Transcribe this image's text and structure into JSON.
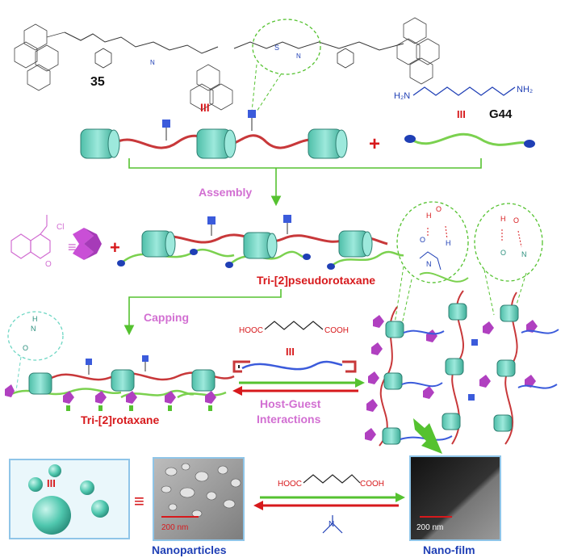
{
  "labels": {
    "compound_35": "35",
    "compound_G44": "G44",
    "roman_top": "III",
    "roman_top_right": "III",
    "roman_acid": "III",
    "roman_nano": "III",
    "plus": "+",
    "equiv": "≡",
    "assembly": "Assembly",
    "capping": "Capping",
    "pseudorotaxane": "Tri-[2]pseudorotaxane",
    "rotaxane": "Tri-[2]rotaxane",
    "host_guest_1": "Host-Guest",
    "host_guest_2": "Interactions",
    "nanoparticles": "Nanoparticles",
    "nanofilm": "Nano-film",
    "scale_1": "200 nm",
    "scale_2": "200 nm",
    "hooc_1": "HOOC",
    "cooh_1": "COOH",
    "hooc_2": "HOOC",
    "cooh_2": "COOH",
    "h2n": "H₂N",
    "nh2": "NH₂",
    "cl": "Cl",
    "o": "O",
    "s": "S",
    "n": "N",
    "h": "H"
  },
  "colors": {
    "red_chain": "#c8383a",
    "green_chain": "#7bd14f",
    "cyan_ring": "#6fd7c4",
    "blue_unit": "#3b5bdb",
    "magenta_cap": "#b040c0",
    "frame_blue": "#8fc5e8",
    "arrow_green": "#55c230",
    "label_pink": "#d26fd2",
    "label_red": "#d7191c",
    "label_blue": "#1f3fb5"
  }
}
